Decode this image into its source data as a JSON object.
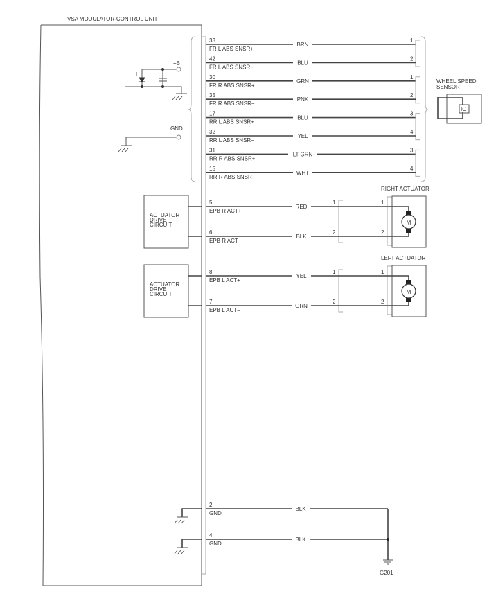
{
  "title": "VSA MODULATOR-CONTROL UNIT",
  "internal": {
    "plus_b": "+B",
    "gnd": "GND",
    "diode_label": "L"
  },
  "sensor_wires": [
    {
      "pin": "33",
      "signal": "FR L ABS SNSR+",
      "color": "BRN",
      "far_pin": "1"
    },
    {
      "pin": "42",
      "signal": "FR L ABS SNSR−",
      "color": "BLU",
      "far_pin": "2"
    },
    {
      "pin": "30",
      "signal": "FR R ABS SNSR+",
      "color": "GRN",
      "far_pin": "1"
    },
    {
      "pin": "35",
      "signal": "FR R ABS SNSR−",
      "color": "PNK",
      "far_pin": "2"
    },
    {
      "pin": "17",
      "signal": "RR L ABS SNSR+",
      "color": "BLU",
      "far_pin": "3"
    },
    {
      "pin": "32",
      "signal": "RR L ABS SNSR−",
      "color": "YEL",
      "far_pin": "4"
    },
    {
      "pin": "31",
      "signal": "RR R ABS SNSR+",
      "color": "LT GRN",
      "far_pin": "3"
    },
    {
      "pin": "15",
      "signal": "RR R ABS SNSR−",
      "color": "WHT",
      "far_pin": "4"
    }
  ],
  "wheel_sensor": {
    "label_1": "WHEEL SPEED",
    "label_2": "SENSOR",
    "ic": "IC"
  },
  "actuators": [
    {
      "title": "RIGHT ACTUATOR",
      "drive_label": [
        "ACTUATOR",
        "DRIVE",
        "CIRCUIT"
      ],
      "motor": "M",
      "wires": [
        {
          "pin": "5",
          "signal": "EPB R ACT+",
          "color": "RED",
          "conn_pin": "1",
          "act_pin": "1"
        },
        {
          "pin": "6",
          "signal": "EPB R ACT−",
          "color": "BLK",
          "conn_pin": "2",
          "act_pin": "2"
        }
      ]
    },
    {
      "title": "LEFT ACTUATOR",
      "drive_label": [
        "ACTUATOR",
        "DRIVE",
        "CIRCUIT"
      ],
      "motor": "M",
      "wires": [
        {
          "pin": "8",
          "signal": "EPB L ACT+",
          "color": "YEL",
          "conn_pin": "1",
          "act_pin": "1"
        },
        {
          "pin": "7",
          "signal": "EPB L ACT−",
          "color": "GRN",
          "conn_pin": "2",
          "act_pin": "2"
        }
      ]
    }
  ],
  "ground_wires": [
    {
      "pin": "2",
      "signal": "GND",
      "color": "BLK"
    },
    {
      "pin": "4",
      "signal": "GND",
      "color": "BLK"
    }
  ],
  "ground_point": "G201"
}
